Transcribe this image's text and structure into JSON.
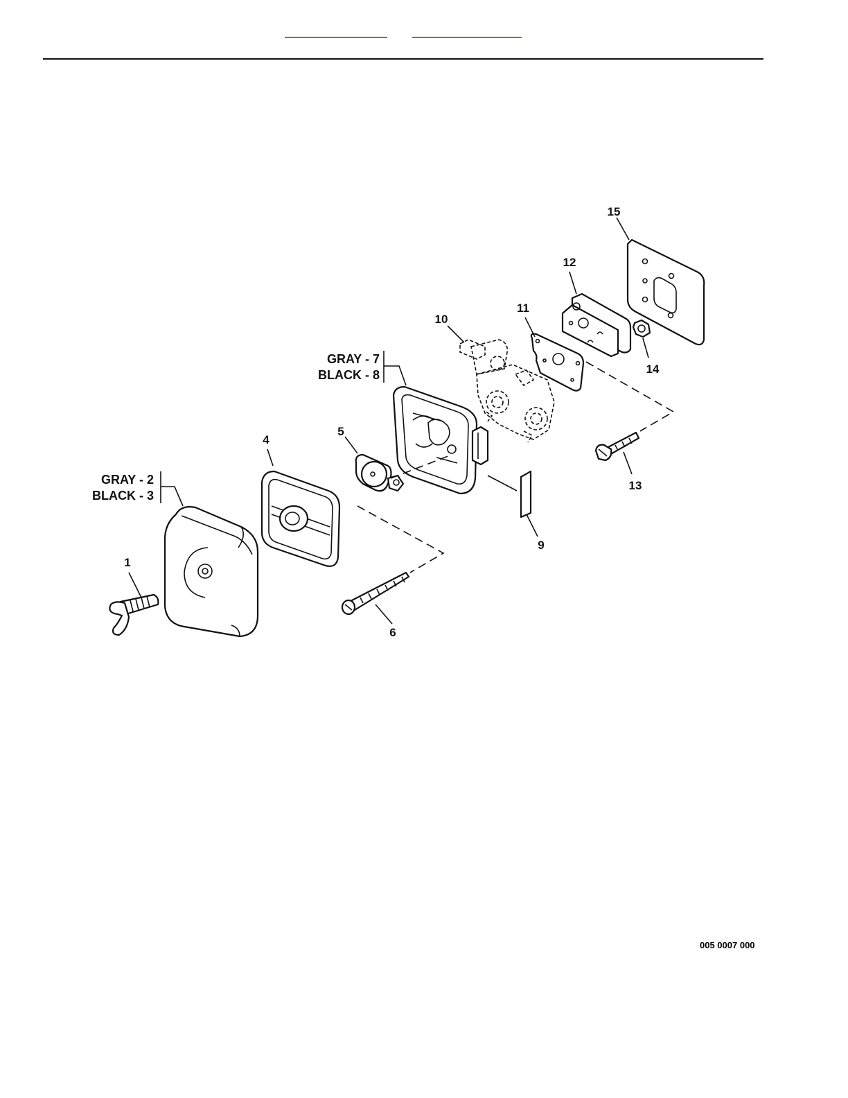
{
  "header": {
    "nav_links": [
      "",
      ""
    ]
  },
  "diagram": {
    "callouts": {
      "c1": "1",
      "c4": "4",
      "c5": "5",
      "c6": "6",
      "c9": "9",
      "c10": "10",
      "c11": "11",
      "c12": "12",
      "c13": "13",
      "c14": "14",
      "c15": "15"
    },
    "variants": {
      "gray_2": "GRAY - 2",
      "black_3": "BLACK - 3",
      "gray_7": "GRAY - 7",
      "black_8": "BLACK - 8"
    }
  },
  "footer": {
    "drawing_number": "005 0007 000"
  },
  "colors": {
    "link_underline": "#3a9a3a",
    "line": "#111111"
  }
}
